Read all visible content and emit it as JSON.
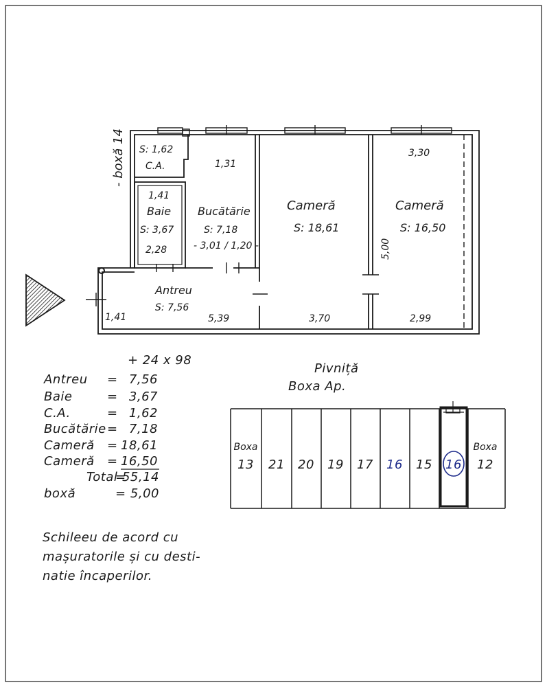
{
  "plan": {
    "box_side_label": "- boxă 14",
    "rooms": {
      "ca_area": "S: 1,62",
      "ca_name": "C.A.",
      "kitchen_dim_top": "1,31",
      "bath_dim_top": "1,41",
      "bath_name": "Baie",
      "bath_area": "S: 3,67",
      "bath_dim_bottom": "2,28",
      "kitchen_name": "Bucătărie",
      "kitchen_area": "S: 7,18",
      "kitchen_dim": "- 3,01 / 1,20 -",
      "room1_name": "Cameră",
      "room1_area": "S: 18,61",
      "room2_name": "Cameră",
      "room2_area": "S: 16,50",
      "room2_dim_top": "3,30",
      "room_height_dim": "5,00",
      "hall_name": "Antreu",
      "hall_area": "S: 7,56",
      "dim_141_left": "1,41",
      "dim_539": "5,39",
      "dim_370": "3,70",
      "dim_299": "2,99"
    }
  },
  "summary": {
    "header": "+ 24 x 98",
    "rows": [
      {
        "name": "Antreu",
        "eq": "=",
        "value": "7,56"
      },
      {
        "name": "Baie",
        "eq": "=",
        "value": "3,67"
      },
      {
        "name": "C.A.",
        "eq": "=",
        "value": "1,62"
      },
      {
        "name": "Bucătărie",
        "eq": "=",
        "value": "7,18"
      },
      {
        "name": "Cameră",
        "eq": "=",
        "value": "18,61"
      },
      {
        "name": "Cameră",
        "eq": "=",
        "value": "16,50"
      }
    ],
    "total_label": "Total",
    "total_eq": "=",
    "total_value": "55,14",
    "box_name": "boxă",
    "box_eq": "=",
    "box_value": "5,00"
  },
  "basement": {
    "title": "Pivniță",
    "subtitle": "Boxa Ap.",
    "boxes": [
      {
        "top": "Boxa",
        "num": "13"
      },
      {
        "top": "",
        "num": "21"
      },
      {
        "top": "",
        "num": "20"
      },
      {
        "top": "",
        "num": "19"
      },
      {
        "top": "",
        "num": "17"
      },
      {
        "top": "",
        "num": "16"
      },
      {
        "top": "",
        "num": "15"
      },
      {
        "top": "",
        "num": "16"
      },
      {
        "top": "Boxa",
        "num": "12"
      }
    ]
  },
  "note": {
    "line1": "Schileeu de acord cu",
    "line2": "mașuratorile și cu desti-",
    "line3": "natie încaperilor."
  },
  "colors": {
    "ink": "#1a1a1a",
    "blue_ink": "#1c2a8a",
    "paper": "#ffffff"
  }
}
